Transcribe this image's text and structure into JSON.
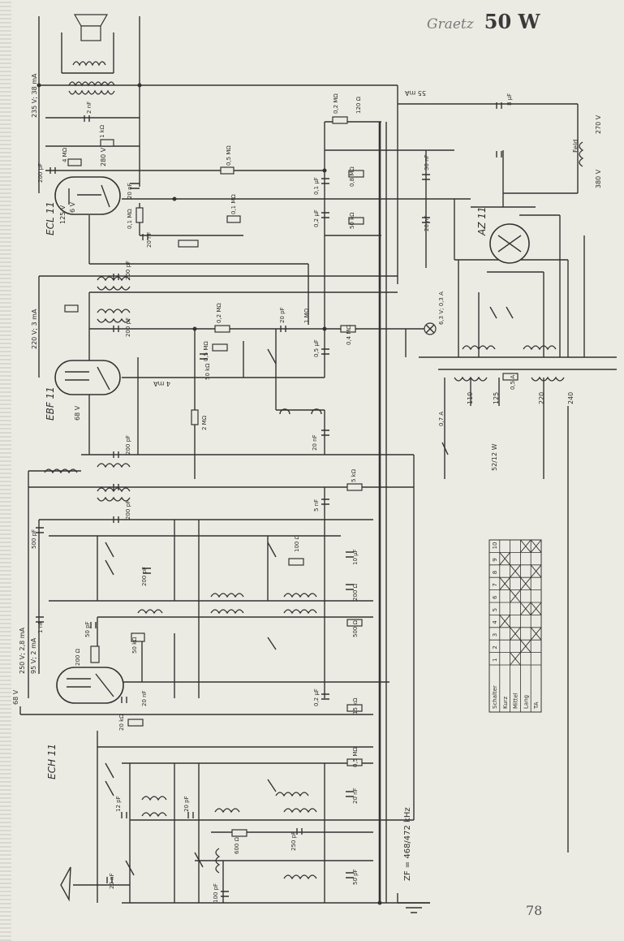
{
  "header": {
    "brand": "Graetz",
    "model": "50 W"
  },
  "page_number": "78",
  "tubes": [
    "ECL 11",
    "EBF 11",
    "ECH 11",
    "AZ 11"
  ],
  "components": [
    "2 nF",
    "1 kΩ",
    "200 pF",
    "4 MΩ",
    "20 nF",
    "0,1 MΩ",
    "0,5 MΩ",
    "0,1 MΩ",
    "20 nF",
    "0,2 MΩ",
    "120 Ω",
    "0,1 µF",
    "0,8 MΩ",
    "30 nF",
    "8 µF",
    "0,2 µF",
    "50 kΩ",
    "20 nF",
    "200 pF",
    "200 pF",
    "0,2 MΩ",
    "20 pF",
    "1 MΩ",
    "0,5 µF",
    "0,4 MΩ",
    "6,3 V; 0,3 A",
    "0,5 MΩ",
    "50 kΩ",
    "2 MΩ",
    "20 nF",
    "0,7 A",
    "200 pF",
    "5 kΩ",
    "5 nF",
    "200 pF",
    "500 pF",
    "200 pF",
    "100 Ω",
    "10 µF",
    "200 Ω",
    "1 nF",
    "50 pF",
    "50 kΩ",
    "200 Ω",
    "500 Ω",
    "20 nF",
    "0,2 µF",
    "15 kΩ",
    "20 kΩ",
    "0,5 MΩ",
    "12 pF",
    "20 pF",
    "600 Ω",
    "250 pF",
    "50 pF",
    "100 pF",
    "0,5 A",
    "20 nF",
    "20 nF"
  ],
  "voltages": [
    "235 V; 38 mA",
    "55 mA",
    "280 V",
    "6 V",
    "125 V",
    "270 V",
    "380 V",
    "Feld",
    "220 V; 3 mA",
    "68 V",
    "4 mA",
    "250 V; 2,8 mA",
    "95 V; 2 mA",
    "68 V",
    "110",
    "125",
    "220",
    "240",
    "52/12 W",
    "ZF = 468/472 kHz"
  ],
  "switch_table": {
    "header": [
      "Schalter",
      "1",
      "2",
      "3",
      "4",
      "5",
      "6",
      "7",
      "8",
      "9",
      "10"
    ],
    "rows": [
      {
        "label": "Kurz",
        "marks": [
          false,
          false,
          false,
          true,
          false,
          false,
          true,
          false,
          true,
          false
        ]
      },
      {
        "label": "Mittel",
        "marks": [
          true,
          false,
          true,
          false,
          false,
          true,
          false,
          true,
          false,
          false
        ]
      },
      {
        "label": "Lang",
        "marks": [
          false,
          true,
          false,
          false,
          true,
          false,
          true,
          false,
          false,
          true
        ]
      },
      {
        "label": "TA",
        "marks": [
          false,
          false,
          true,
          false,
          true,
          false,
          false,
          true,
          false,
          true
        ]
      }
    ]
  }
}
